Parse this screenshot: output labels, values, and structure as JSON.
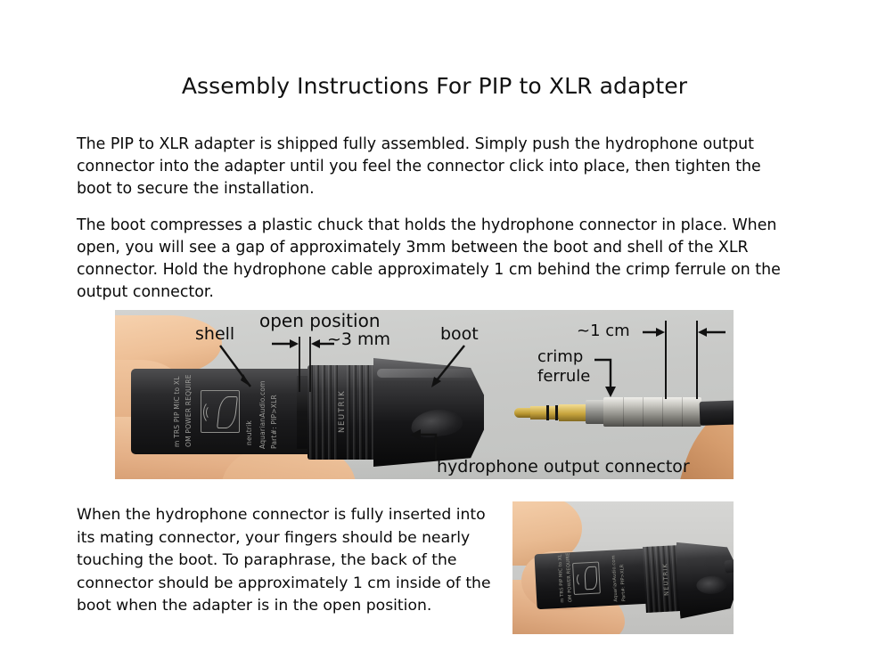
{
  "document": {
    "title": "Assembly Instructions For PIP to XLR adapter",
    "paragraphs": {
      "p1": "The PIP to XLR adapter is shipped fully assembled. Simply push the hydrophone output connector into the adapter until you feel the connector click into place, then tighten the boot to secure the installation.",
      "p2": "The boot compresses a plastic chuck that holds the hydrophone connector in place. When open, you will see a gap of approximately 3mm between the boot and shell of the XLR connector. Hold the hydrophone cable approximately 1 cm behind the crimp ferrule on the output connector.",
      "p3": "When the hydrophone connector is fully inserted into its mating connector, your fingers should be nearly touching the boot. To paraphrase, the back of the connector should be approximately 1 cm inside of the boot when the adapter is in the open position."
    }
  },
  "figure_main": {
    "annotations": {
      "shell": "shell",
      "open_position": "open position",
      "gap_3mm": "~3 mm",
      "boot": "boot",
      "distance_1cm": "~1 cm",
      "crimp_ferrule_line1": "crimp",
      "crimp_ferrule_line2": "ferrule",
      "hydrophone_output_connector": "hydrophone output connector"
    },
    "connector_markings": {
      "line_1": "m TRS PIP MIC to XL",
      "line_2": "OM POWER REQUIRE",
      "line_3": "AquarianAudio.com",
      "line_4": "Part#: PIP>XLR",
      "line_5": "neutrik",
      "boot_brand": "NEUTRIK"
    }
  },
  "figure_second": {
    "connector_markings": {
      "line_1": "m TRS PIP MIC to XL",
      "line_2": "OM POWER REQUIRE",
      "line_3": "AquarianAudio.com",
      "line_4": "Part#: PIP>XLR",
      "boot_brand": "NEUTRIK"
    }
  },
  "colors": {
    "page_background": "#ffffff",
    "text": "#0a0a0a",
    "photo_backdrop": "#c9cac8",
    "connector_black": "#16161a",
    "skin": "#e8b288",
    "brass": "#c3a03a",
    "ferrule_silver": "#c6c5bf"
  }
}
